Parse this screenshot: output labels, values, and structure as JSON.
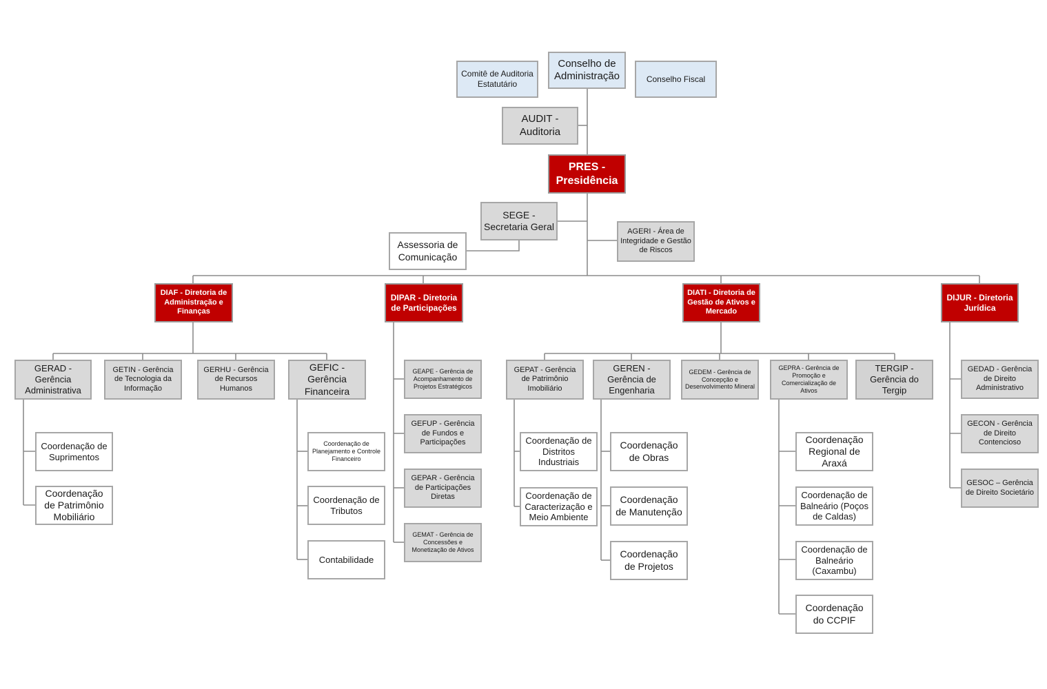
{
  "board": {
    "conselho_admin": "Conselho de Administração",
    "comite_auditoria": "Comitê de Auditoria Estatutário",
    "conselho_fiscal": "Conselho Fiscal",
    "audit": "AUDIT - Auditoria"
  },
  "presidency": {
    "pres": "PRES - Presidência",
    "sege": "SEGE - Secretaria Geral",
    "ageri": "AGERI - Área de Integridade e Gestão de Riscos",
    "assessoria": "Assessoria de Comunicação"
  },
  "diaf": {
    "title": "DIAF - Diretoria de Administração e Finanças",
    "gerad": "GERAD - Gerência Administrativa",
    "getin": "GETIN - Gerência de Tecnologia da Informação",
    "gerhu": "GERHU - Gerência de Recursos Humanos",
    "gefic": "GEFIC - Gerência Financeira",
    "coord_suprimentos": "Coordenação de Suprimentos",
    "coord_patrimonio": "Coordenação de Patrimônio Mobiliário",
    "coord_planejamento": "Coordenação de Planejamento e Controle Financeiro",
    "coord_tributos": "Coordenação de Tributos",
    "contabilidade": "Contabilidade"
  },
  "dipar": {
    "title": "DIPAR - Diretoria de Participações",
    "geape": "GEAPE - Gerência de Acompanhamento de Projetos Estratégicos",
    "gefup": "GEFUP - Gerência de Fundos e Participações",
    "gepar": "GEPAR - Gerência de Participações Diretas",
    "gemat": "GEMAT - Gerência de Concessões e Monetização de Ativos"
  },
  "diati": {
    "title": "DIATI - Diretoria de Gestão de Ativos e Mercado",
    "gepat": "GEPAT - Gerência de Patrimônio Imobiliário",
    "geren": "GEREN - Gerência de Engenharia",
    "gedem": "GEDEM - Gerência de Concepção e Desenvolvimento Mineral",
    "gepra": "GEPRA - Gerência de Promoção e Comercialização de Ativos",
    "tergip": "TERGIP - Gerência do Tergip",
    "coord_distritos": "Coordenação de Distritos Industriais",
    "coord_caracterizacao": "Coordenação de Caracterização e Meio Ambiente",
    "coord_obras": "Coordenação de Obras",
    "coord_manutencao": "Coordenação de Manutenção",
    "coord_projetos": "Coordenação de Projetos",
    "coord_araxa": "Coordenação Regional de Araxá",
    "coord_pocos": "Coordenação de Balneário (Poços de Caldas)",
    "coord_caxambu": "Coordenação de Balneário (Caxambu)",
    "coord_ccpif": "Coordenação do CCPIF"
  },
  "dijur": {
    "title": "DIJUR - Diretoria Jurídica",
    "gedad": "GEDAD - Gerência de Direito Administrativo",
    "gecon": "GECON - Gerência de Direito Contencioso",
    "gesoc": "GESOC – Gerência de Direito Societário"
  }
}
